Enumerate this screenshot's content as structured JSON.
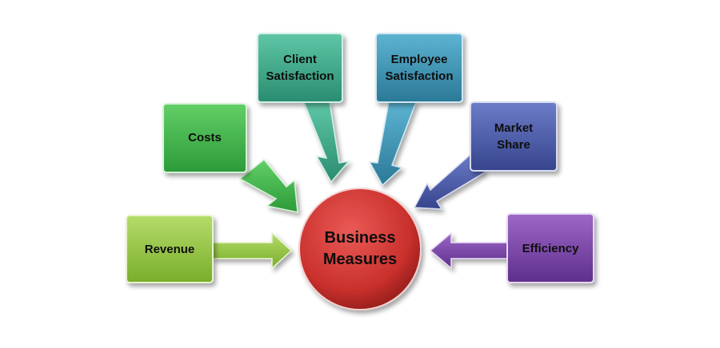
{
  "center": {
    "line1": "Business",
    "line2": "Measures",
    "color": "#c0302e"
  },
  "boxes": [
    {
      "id": "revenue",
      "line1": "Revenue",
      "line2": "",
      "color": "#93c83e"
    },
    {
      "id": "costs",
      "line1": "Costs",
      "line2": "",
      "color": "#3fb54a"
    },
    {
      "id": "client",
      "line1": "Client",
      "line2": "Satisfaction",
      "color": "#3aa98a"
    },
    {
      "id": "employee",
      "line1": "Employee",
      "line2": "Satisfaction",
      "color": "#3a93b4"
    },
    {
      "id": "market",
      "line1": "Market",
      "line2": "Share",
      "color": "#4a5aa8"
    },
    {
      "id": "efficiency",
      "line1": "Efficiency",
      "line2": "",
      "color": "#7c45a8"
    }
  ]
}
